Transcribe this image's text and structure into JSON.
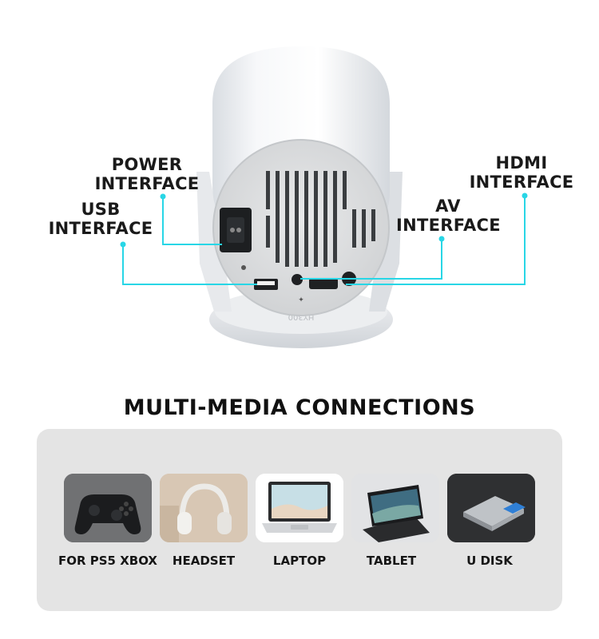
{
  "callouts": {
    "power": [
      "POWER",
      "INTERFACE"
    ],
    "usb": [
      "USB",
      "INTERFACE"
    ],
    "hdmi": [
      "HDMI",
      "INTERFACE"
    ],
    "av": [
      "AV",
      "INTERFACE"
    ]
  },
  "device": {
    "model_mark": "HY300"
  },
  "section": {
    "title": "MULTI-MEDIA CONNECTIONS"
  },
  "connections": [
    {
      "label": "FOR PS5 XBOX",
      "icon": "gamepad-icon"
    },
    {
      "label": "HEADSET",
      "icon": "headphones-icon"
    },
    {
      "label": "LAPTOP",
      "icon": "laptop-icon"
    },
    {
      "label": "TABLET",
      "icon": "tablet-icon"
    },
    {
      "label": "U DISK",
      "icon": "usb-drive-icon"
    }
  ],
  "colors": {
    "callout_line": "#28d6e6",
    "panel_bg": "#e4e4e4",
    "device_body": "#f2f4f6"
  }
}
